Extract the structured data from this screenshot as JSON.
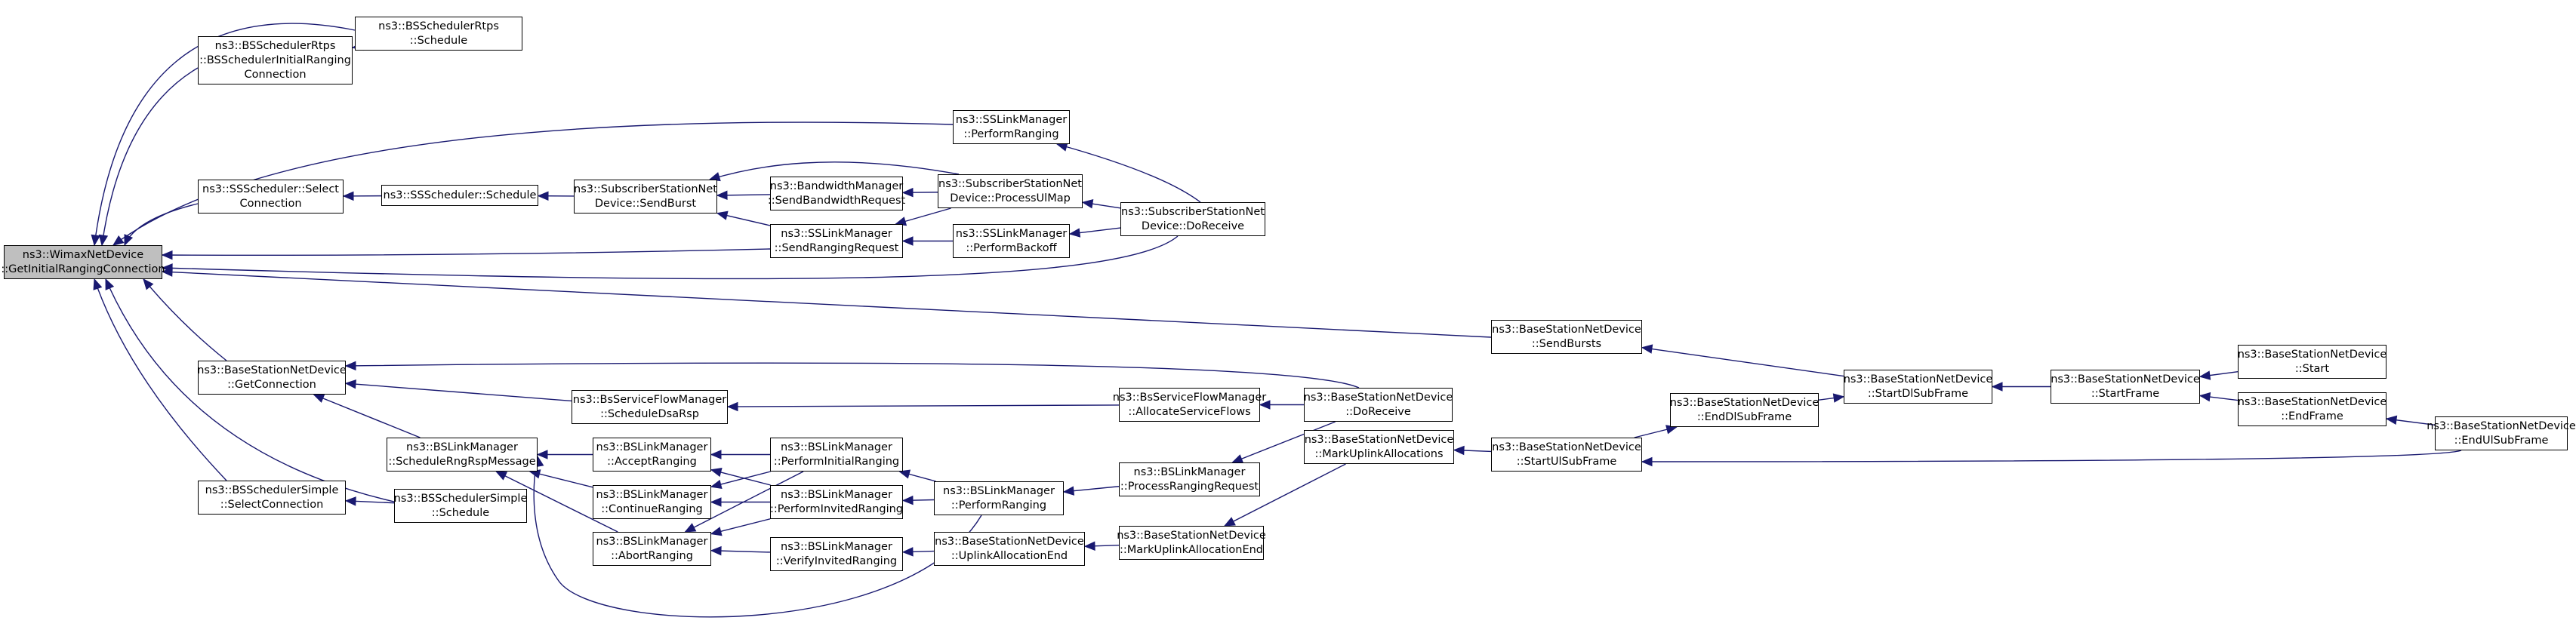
{
  "graph": {
    "colors": {
      "edge": "#191970",
      "node_border": "#000000",
      "node_fill": "#ffffff",
      "root_fill": "#bfbfbf"
    },
    "root": "root",
    "nodes": [
      {
        "id": "root",
        "lines": [
          "ns3::WimaxNetDevice",
          "::GetInitialRangingConnection"
        ]
      },
      {
        "id": "rtpsInit",
        "lines": [
          "ns3::BSSchedulerRtps",
          "::BSSchedulerInitialRanging",
          "Connection"
        ]
      },
      {
        "id": "rtpsSched",
        "lines": [
          "ns3::BSSchedulerRtps",
          "::Schedule"
        ]
      },
      {
        "id": "ssSelect",
        "lines": [
          "ns3::SSScheduler::Select",
          "Connection"
        ]
      },
      {
        "id": "ssSched",
        "lines": [
          "ns3::SSScheduler::Schedule"
        ]
      },
      {
        "id": "subSend",
        "lines": [
          "ns3::SubscriberStationNet",
          "Device::SendBurst"
        ]
      },
      {
        "id": "bwSend",
        "lines": [
          "ns3::BandwidthManager",
          "::SendBandwidthRequest"
        ]
      },
      {
        "id": "ssLinkSend",
        "lines": [
          "ns3::SSLinkManager",
          "::SendRangingRequest"
        ]
      },
      {
        "id": "ssLinkPerf",
        "lines": [
          "ns3::SSLinkManager",
          "::PerformRanging"
        ]
      },
      {
        "id": "subUl",
        "lines": [
          "ns3::SubscriberStationNet",
          "Device::ProcessUlMap"
        ]
      },
      {
        "id": "ssLinkBackoff",
        "lines": [
          "ns3::SSLinkManager",
          "::PerformBackoff"
        ]
      },
      {
        "id": "subRecv",
        "lines": [
          "ns3::SubscriberStationNet",
          "Device::DoReceive"
        ]
      },
      {
        "id": "bsGetConn",
        "lines": [
          "ns3::BaseStationNetDevice",
          "::GetConnection"
        ]
      },
      {
        "id": "bsSchedRng",
        "lines": [
          "ns3::BSLinkManager",
          "::ScheduleRngRspMessage"
        ]
      },
      {
        "id": "bsSimpleSel",
        "lines": [
          "ns3::BSSchedulerSimple",
          "::SelectConnection"
        ]
      },
      {
        "id": "bsSimpleSched",
        "lines": [
          "ns3::BSSchedulerSimple",
          "::Schedule"
        ]
      },
      {
        "id": "bsSfmDsa",
        "lines": [
          "ns3::BsServiceFlowManager",
          "::ScheduleDsaRsp"
        ]
      },
      {
        "id": "bsLinkAccept",
        "lines": [
          "ns3::BSLinkManager",
          "::AcceptRanging"
        ]
      },
      {
        "id": "bsLinkCont",
        "lines": [
          "ns3::BSLinkManager",
          "::ContinueRanging"
        ]
      },
      {
        "id": "bsLinkAbort",
        "lines": [
          "ns3::BSLinkManager",
          "::AbortRanging"
        ]
      },
      {
        "id": "bsLinkInit",
        "lines": [
          "ns3::BSLinkManager",
          "::PerformInitialRanging"
        ]
      },
      {
        "id": "bsLinkInv",
        "lines": [
          "ns3::BSLinkManager",
          "::PerformInvitedRanging"
        ]
      },
      {
        "id": "bsLinkVerify",
        "lines": [
          "ns3::BSLinkManager",
          "::VerifyInvitedRanging"
        ]
      },
      {
        "id": "bsLinkPerf",
        "lines": [
          "ns3::BSLinkManager",
          "::PerformRanging"
        ]
      },
      {
        "id": "bsLinkProc",
        "lines": [
          "ns3::BSLinkManager",
          "::ProcessRangingRequest"
        ]
      },
      {
        "id": "bsUlEnd",
        "lines": [
          "ns3::BaseStationNetDevice",
          "::UplinkAllocationEnd"
        ]
      },
      {
        "id": "bsMarkUlEnd",
        "lines": [
          "ns3::BaseStationNetDevice",
          "::MarkUplinkAllocationEnd"
        ]
      },
      {
        "id": "bsMarkUl",
        "lines": [
          "ns3::BaseStationNetDevice",
          "::MarkUplinkAllocations"
        ]
      },
      {
        "id": "bsSfmAlloc",
        "lines": [
          "ns3::BsServiceFlowManager",
          "::AllocateServiceFlows"
        ]
      },
      {
        "id": "bsDoRecv",
        "lines": [
          "ns3::BaseStationNetDevice",
          "::DoReceive"
        ]
      },
      {
        "id": "bsSendBursts",
        "lines": [
          "ns3::BaseStationNetDevice",
          "::SendBursts"
        ]
      },
      {
        "id": "bsEndDl",
        "lines": [
          "ns3::BaseStationNetDevice",
          "::EndDlSubFrame"
        ]
      },
      {
        "id": "bsStartUl",
        "lines": [
          "ns3::BaseStationNetDevice",
          "::StartUlSubFrame"
        ]
      },
      {
        "id": "bsStartDl",
        "lines": [
          "ns3::BaseStationNetDevice",
          "::StartDlSubFrame"
        ]
      },
      {
        "id": "bsStartFrame",
        "lines": [
          "ns3::BaseStationNetDevice",
          "::StartFrame"
        ]
      },
      {
        "id": "bsStart",
        "lines": [
          "ns3::BaseStationNetDevice",
          "::Start"
        ]
      },
      {
        "id": "bsEndFrame",
        "lines": [
          "ns3::BaseStationNetDevice",
          "::EndFrame"
        ]
      },
      {
        "id": "bsEndUl",
        "lines": [
          "ns3::BaseStationNetDevice",
          "::EndUlSubFrame"
        ]
      }
    ],
    "edges": [
      [
        "rtpsInit",
        "root"
      ],
      [
        "rtpsSched",
        "root"
      ],
      [
        "rtpsSched",
        "rtpsInit"
      ],
      [
        "ssLinkPerf",
        "root"
      ],
      [
        "ssSelect",
        "root"
      ],
      [
        "ssSched",
        "ssSelect"
      ],
      [
        "subSend",
        "ssSched"
      ],
      [
        "bwSend",
        "subSend"
      ],
      [
        "subUl",
        "subSend"
      ],
      [
        "ssLinkSend",
        "subSend"
      ],
      [
        "subUl",
        "bwSend"
      ],
      [
        "subUl",
        "ssLinkSend"
      ],
      [
        "ssLinkBackoff",
        "ssLinkSend"
      ],
      [
        "subRecv",
        "subUl"
      ],
      [
        "subRecv",
        "ssLinkBackoff"
      ],
      [
        "subRecv",
        "ssLinkPerf"
      ],
      [
        "ssLinkSend",
        "root"
      ],
      [
        "subRecv",
        "root"
      ],
      [
        "bsSendBursts",
        "root"
      ],
      [
        "bsGetConn",
        "root"
      ],
      [
        "bsSchedRng",
        "bsGetConn"
      ],
      [
        "bsSfmDsa",
        "bsGetConn"
      ],
      [
        "bsDoRecv",
        "bsGetConn"
      ],
      [
        "bsSimpleSched",
        "root"
      ],
      [
        "bsSimpleSel",
        "root"
      ],
      [
        "bsSimpleSched",
        "bsSimpleSel"
      ],
      [
        "bsLinkAccept",
        "bsSchedRng"
      ],
      [
        "bsLinkCont",
        "bsSchedRng"
      ],
      [
        "bsLinkAbort",
        "bsSchedRng"
      ],
      [
        "bsLinkPerf",
        "bsSchedRng"
      ],
      [
        "bsLinkInit",
        "bsLinkAccept"
      ],
      [
        "bsLinkInv",
        "bsLinkAccept"
      ],
      [
        "bsLinkInit",
        "bsLinkCont"
      ],
      [
        "bsLinkInv",
        "bsLinkCont"
      ],
      [
        "bsLinkInit",
        "bsLinkAbort"
      ],
      [
        "bsLinkInv",
        "bsLinkAbort"
      ],
      [
        "bsLinkVerify",
        "bsLinkAbort"
      ],
      [
        "bsLinkPerf",
        "bsLinkInit"
      ],
      [
        "bsLinkPerf",
        "bsLinkInv"
      ],
      [
        "bsLinkProc",
        "bsLinkPerf"
      ],
      [
        "bsUlEnd",
        "bsLinkVerify"
      ],
      [
        "bsMarkUlEnd",
        "bsUlEnd"
      ],
      [
        "bsMarkUl",
        "bsMarkUlEnd"
      ],
      [
        "bsStartUl",
        "bsMarkUl"
      ],
      [
        "bsSfmAlloc",
        "bsSfmDsa"
      ],
      [
        "bsDoRecv",
        "bsSfmAlloc"
      ],
      [
        "bsDoRecv",
        "bsLinkProc"
      ],
      [
        "bsStartDl",
        "bsSendBursts"
      ],
      [
        "bsEndDl",
        "bsStartDl"
      ],
      [
        "bsStartUl",
        "bsEndDl"
      ],
      [
        "bsEndUl",
        "bsStartUl"
      ],
      [
        "bsStartFrame",
        "bsStartDl"
      ],
      [
        "bsStart",
        "bsStartFrame"
      ],
      [
        "bsEndFrame",
        "bsStartFrame"
      ],
      [
        "bsEndUl",
        "bsEndFrame"
      ]
    ]
  }
}
